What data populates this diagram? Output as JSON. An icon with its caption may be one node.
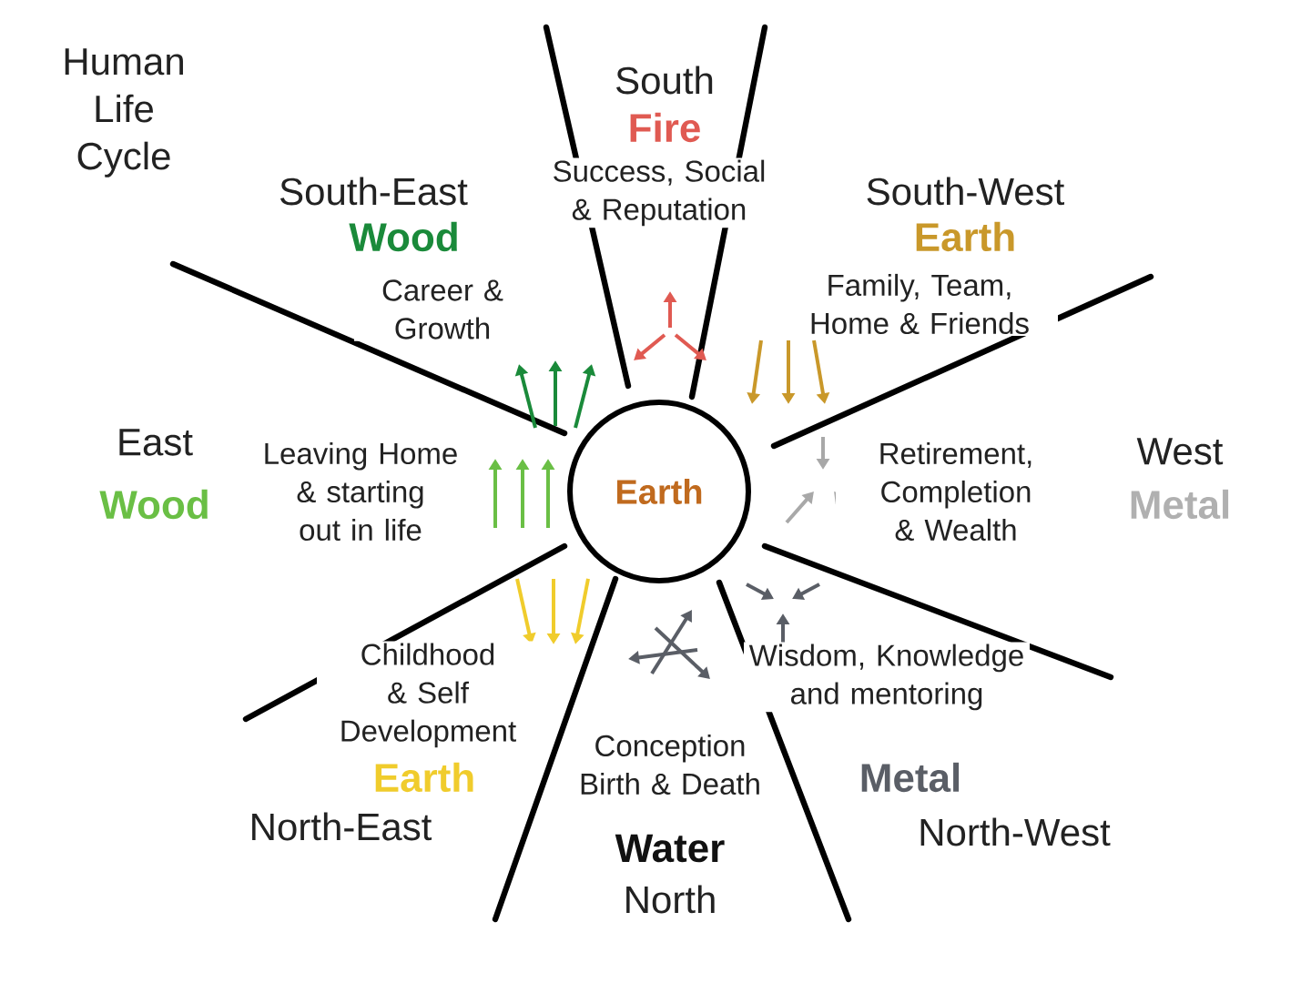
{
  "diagram": {
    "title": "Human Life Cycle",
    "nodes": [
      {
        "text": [
          "Earth"
        ]
      }
    ],
    "labels": [
      "South",
      "Fire",
      "Success, Social & Reputation",
      "South-East",
      "Wood",
      "South-West",
      "Earth",
      "Career & Growth",
      "Family, Team, Home & Friends",
      "East",
      "Wood",
      "Leaving Home & starting out in life",
      "Retirement, Completion & Wealth",
      "West",
      "Metal",
      "Childhood & Self Development",
      "Conception Birth & Death",
      "Wisdom, Knowledge and mentoring",
      "Earth",
      "Metal",
      "North-East",
      "Water",
      "North-West",
      "North"
    ]
  }
}
